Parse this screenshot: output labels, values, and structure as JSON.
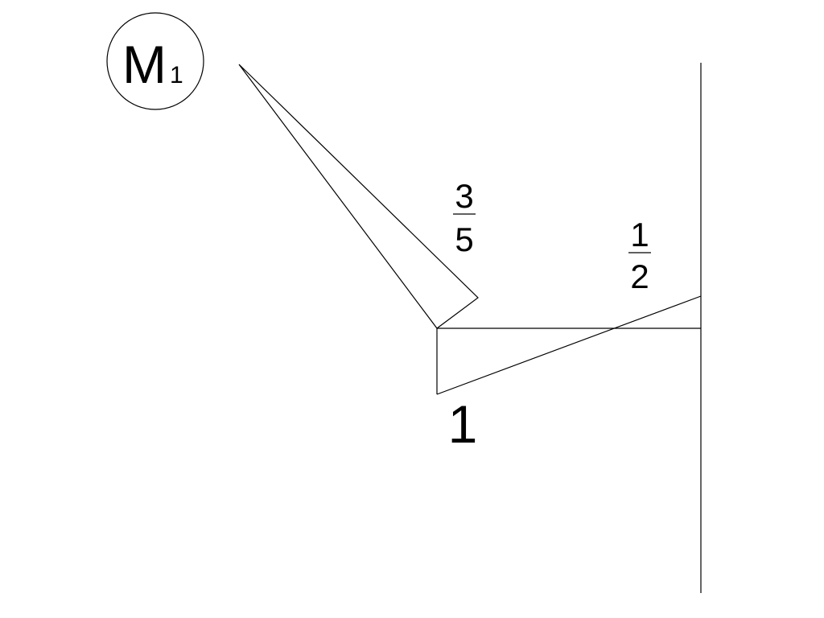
{
  "moment_label": {
    "main": "M",
    "subscript": "1"
  },
  "labels": {
    "fraction_left": {
      "numerator": "3",
      "denominator": "5"
    },
    "fraction_right": {
      "numerator": "1",
      "denominator": "2"
    },
    "end_value": "1"
  }
}
